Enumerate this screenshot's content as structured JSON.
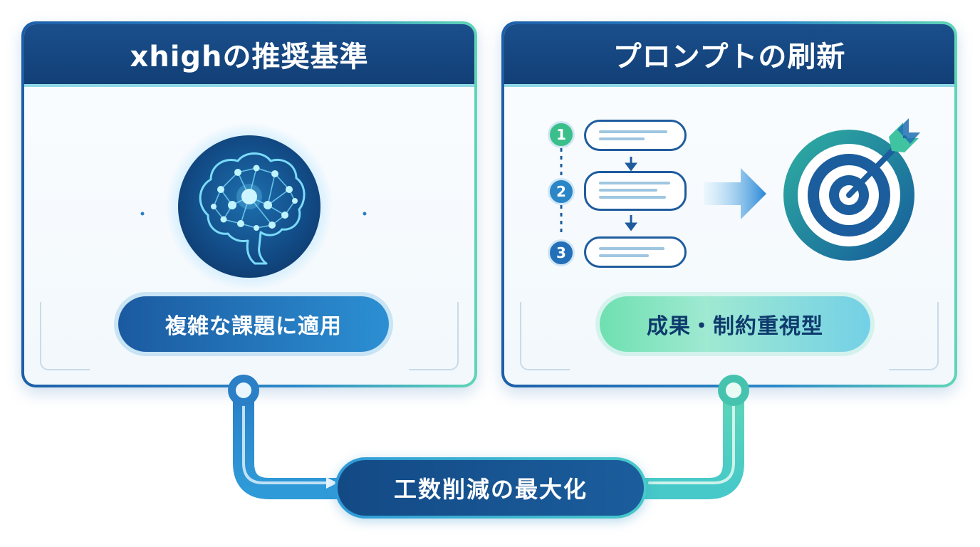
{
  "left_panel": {
    "title": "xhighの推奨基準",
    "pill": "複雑な課題に適用",
    "icon": "brain-network-icon"
  },
  "right_panel": {
    "title": "プロンプトの刷新",
    "steps": [
      "1",
      "2",
      "3"
    ],
    "pill": "成果・制約重視型",
    "icon": "target-arrow-icon"
  },
  "bottom": {
    "label": "工数削減の最大化"
  },
  "colors": {
    "navy": "#134a85",
    "blue": "#2c8fd3",
    "green": "#5fd6b6",
    "cyan": "#7fe3ff"
  }
}
